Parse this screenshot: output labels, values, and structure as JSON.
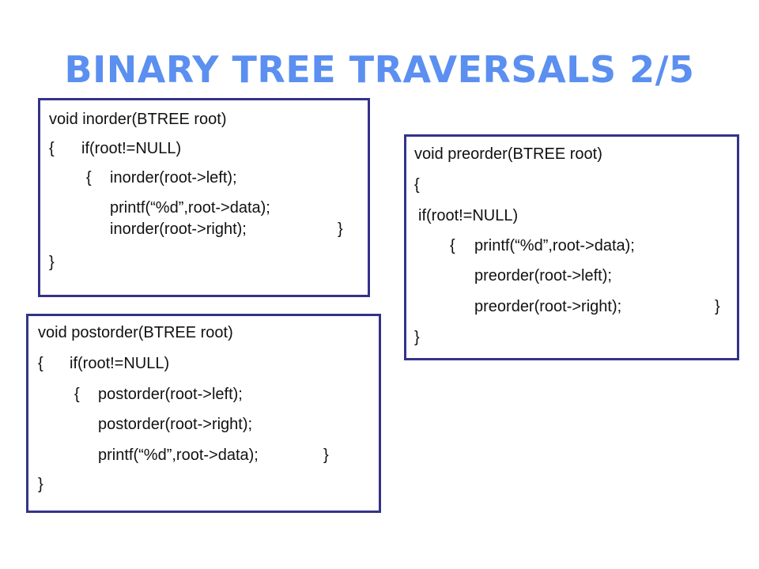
{
  "title": "BINARY TREE TRAVERSALS 2/5",
  "inorder": {
    "lines": [
      "void inorder(BTREE root)",
      "{",
      "if(root!=NULL)",
      "{",
      "inorder(root->left);",
      "printf(“%d”,root->data);",
      "inorder(root->right);",
      "}",
      "}"
    ]
  },
  "preorder": {
    "lines": [
      "void preorder(BTREE root)",
      "{",
      "if(root!=NULL)",
      "{",
      "printf(“%d”,root->data);",
      "preorder(root->left);",
      "preorder(root->right);",
      "}",
      "}"
    ]
  },
  "postorder": {
    "lines": [
      "void postorder(BTREE root)",
      "{",
      "if(root!=NULL)",
      "{",
      "postorder(root->left);",
      "postorder(root->right);",
      "printf(“%d”,root->data);",
      "}",
      "}"
    ]
  },
  "colors": {
    "title": "#5b8ff0",
    "box_border": "#33338a",
    "text": "#111111"
  }
}
